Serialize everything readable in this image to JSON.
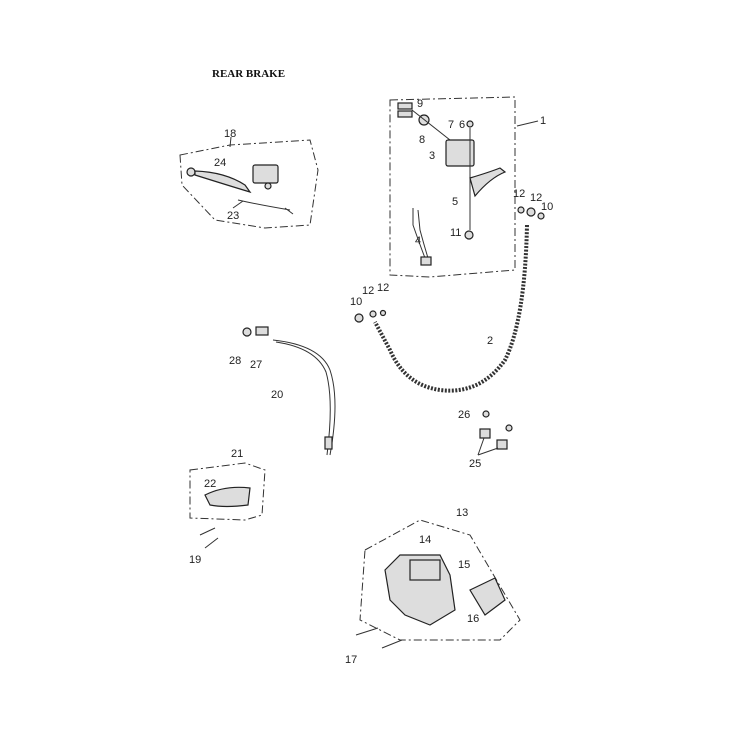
{
  "title": "REAR BRAKE",
  "labels": [
    "18",
    "24",
    "23",
    "9",
    "7",
    "6",
    "8",
    "3",
    "1",
    "5",
    "12",
    "12",
    "10",
    "4",
    "11",
    "12",
    "12",
    "10",
    "2",
    "28",
    "27",
    "20",
    "26",
    "25",
    "21",
    "22",
    "19",
    "13",
    "14",
    "15",
    "16",
    "17"
  ]
}
